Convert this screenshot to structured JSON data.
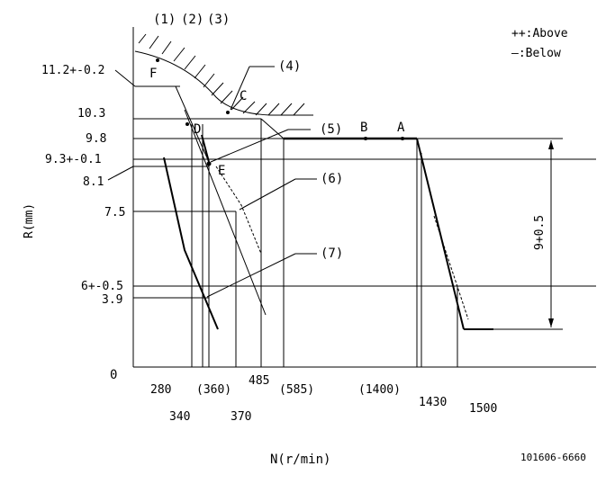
{
  "header_labels": {
    "l1": "(1)",
    "l2": "(2)",
    "l3": "(3)",
    "l4": "(4)",
    "l5": "(5)",
    "l6": "(6)",
    "l7": "(7)"
  },
  "legend": {
    "above": "++:Above",
    "below": "—:Below"
  },
  "axes": {
    "y_label": "R(mm)",
    "x_label": "N(r/min)",
    "origin": "0"
  },
  "y_ticks": {
    "t1": "11.2+-0.2",
    "t2": "10.3",
    "t3": "9.8",
    "t4": "9.3+-0.1",
    "t5": "8.1",
    "t6": "7.5",
    "t7": "6+-0.5",
    "t8": "3.9"
  },
  "x_ticks": {
    "t280": "280",
    "t340": "340",
    "t360": "(360)",
    "t370": "370",
    "t485": "485",
    "t585": "(585)",
    "t1400": "(1400)",
    "t1430": "1430",
    "t1500": "1500"
  },
  "points": {
    "f": "F",
    "c": "C",
    "d": "D",
    "e": "E",
    "b": "B",
    "a": "A"
  },
  "dimension": "9+0.5",
  "doc_code": "101606-6660"
}
